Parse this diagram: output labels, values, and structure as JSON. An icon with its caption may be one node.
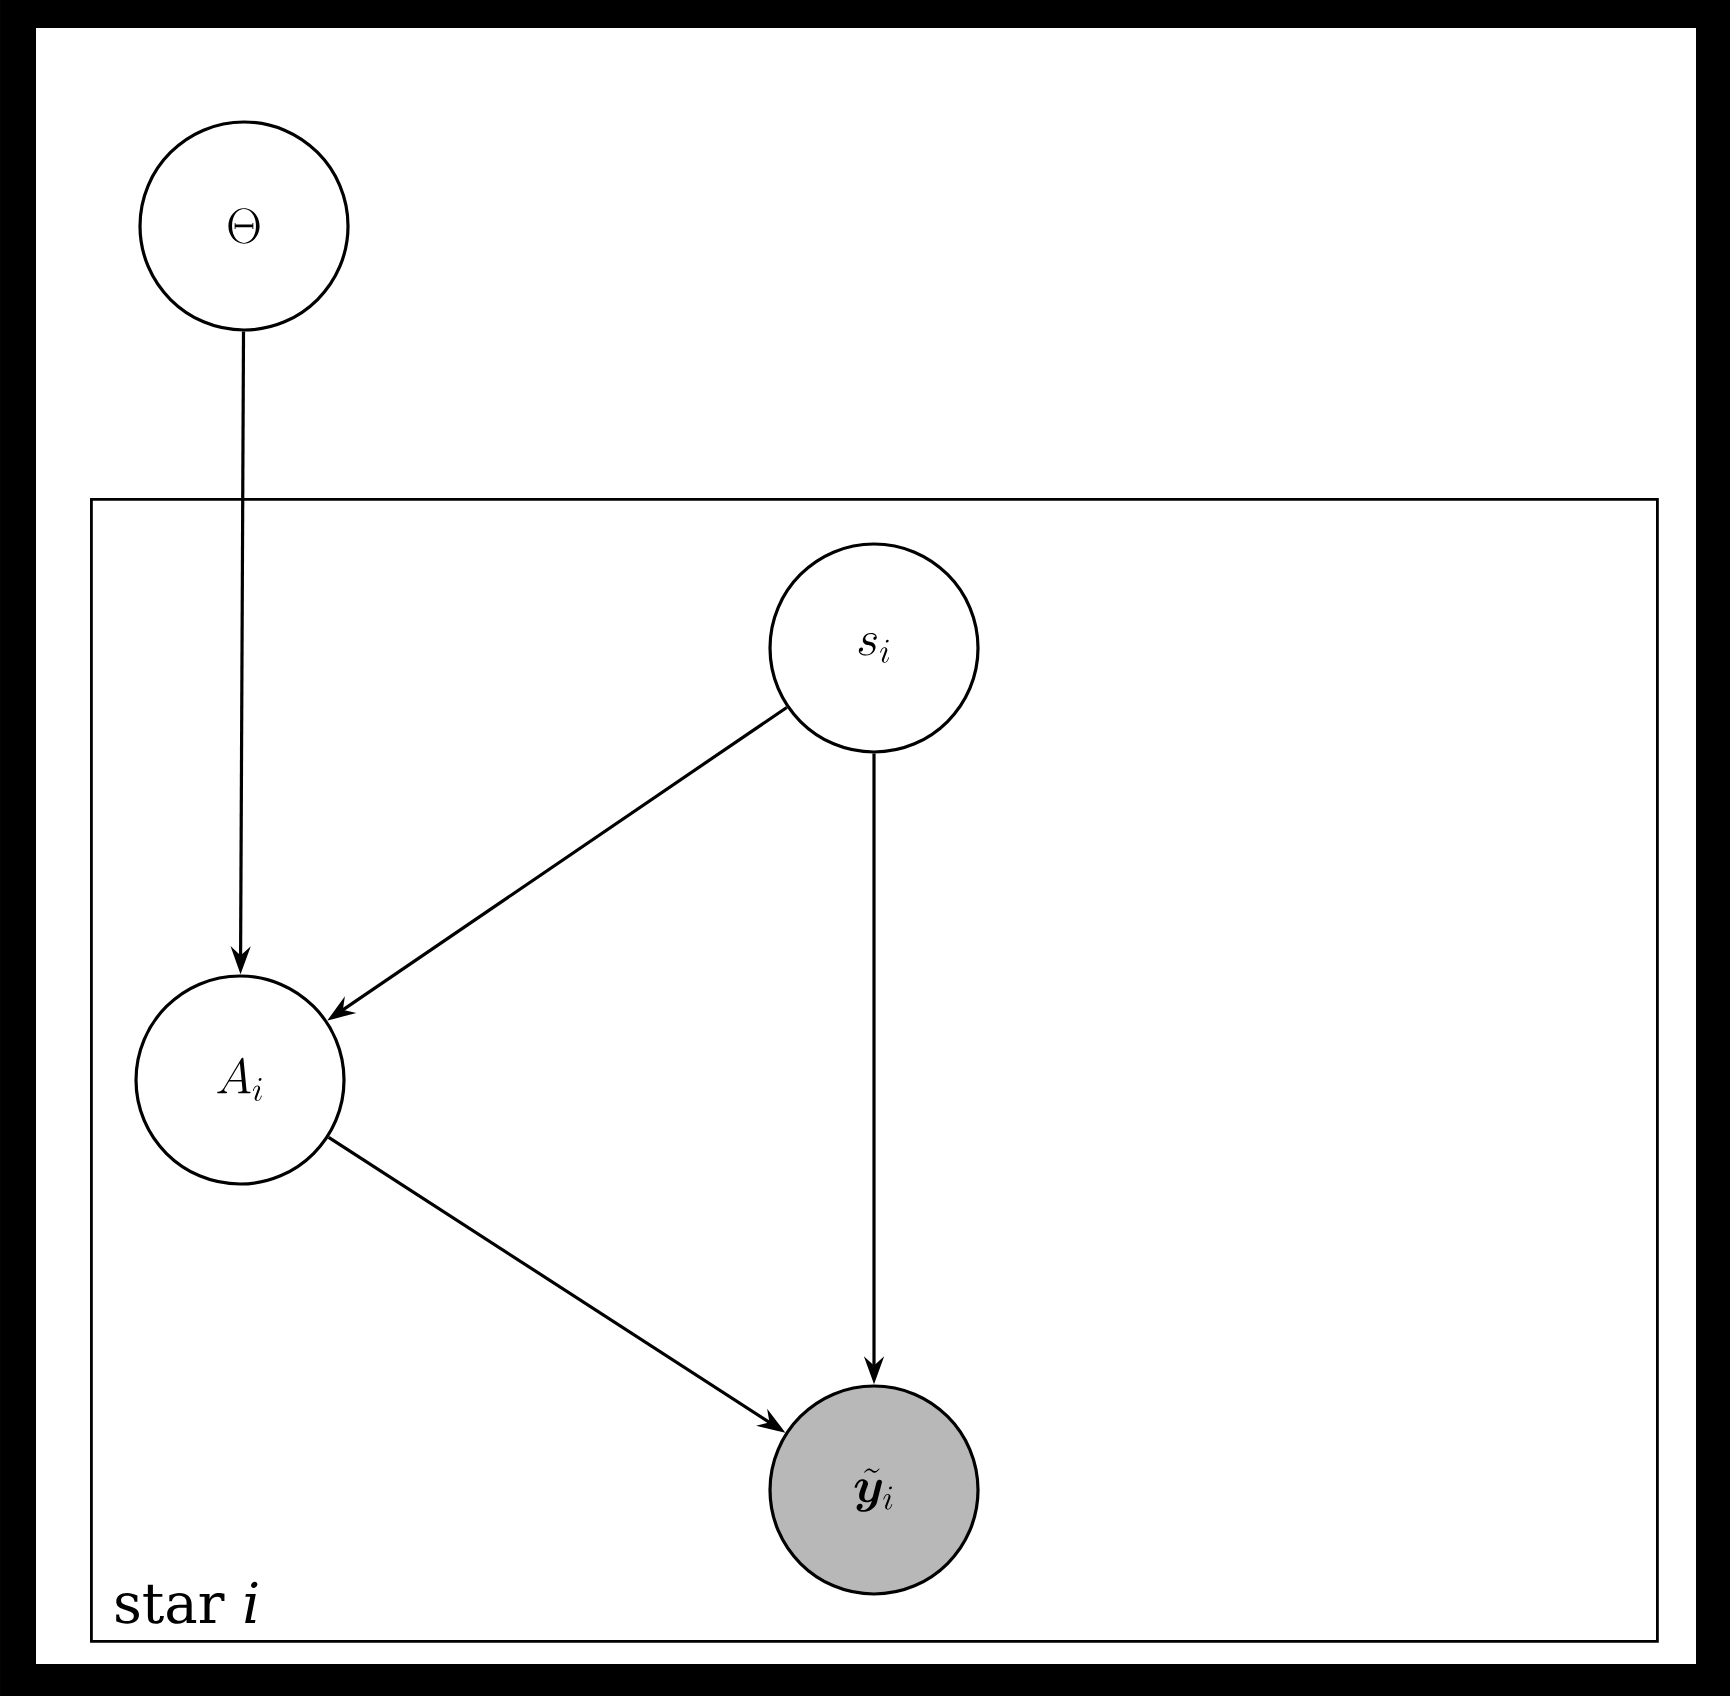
{
  "diagram": {
    "nodes": [
      {
        "text": [
          "\\Theta"
        ]
      },
      {
        "text": [
          "star *i*"
        ]
      },
      {
        "text": [
          "s_i"
        ],
        "in": 1
      },
      {
        "text": [
          "A_i"
        ],
        "in": 1
      },
      {
        "text": [
          "\\tilde{\\boldsymbol{y}}_i"
        ],
        "in": 1
      }
    ],
    "edges": [
      {
        "from": 0,
        "to": 3,
        "arrow": "to"
      },
      {
        "from": 2,
        "to": 3,
        "arrow": "to"
      },
      {
        "from": 2,
        "to": 4,
        "arrow": "to"
      },
      {
        "from": 3,
        "to": 4,
        "arrow": "to"
      }
    ]
  }
}
